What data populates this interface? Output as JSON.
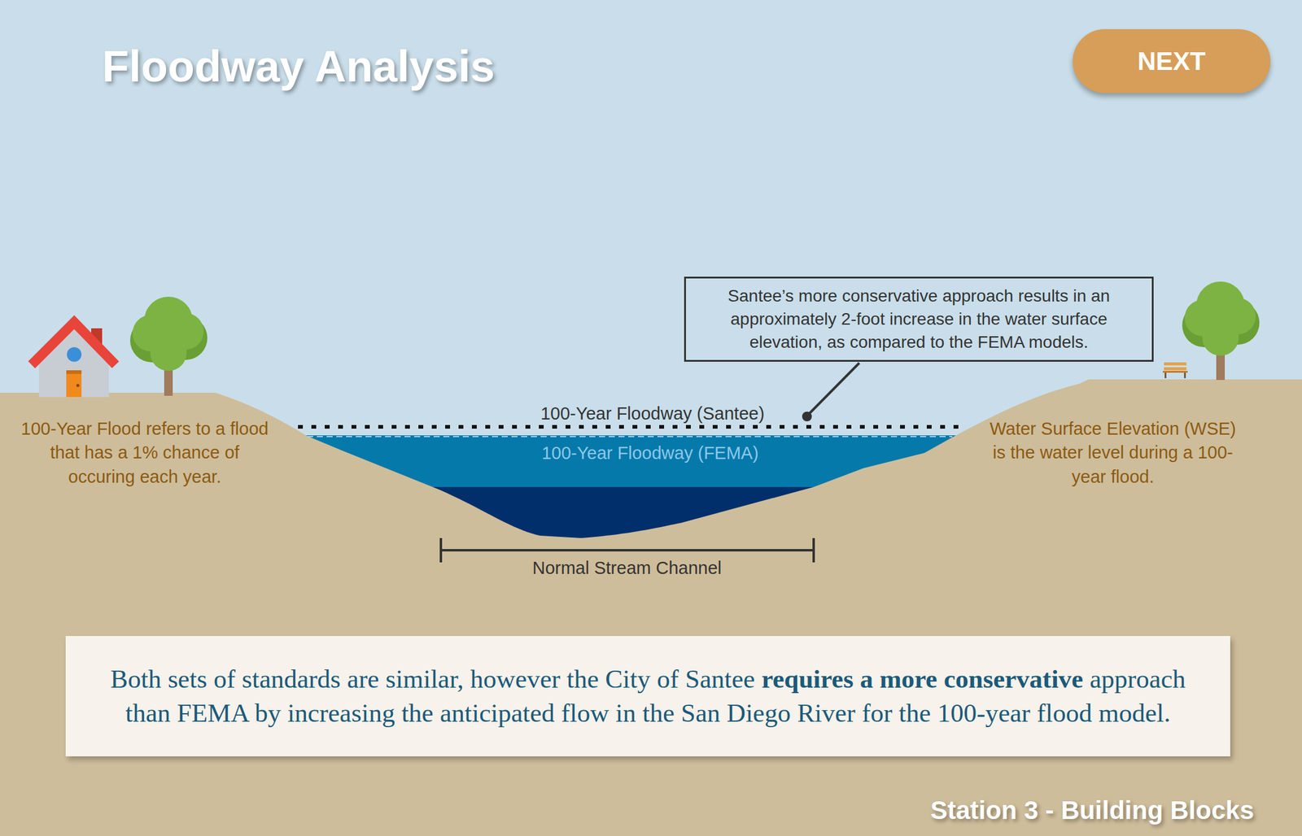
{
  "diagram": {
    "title": "Floodway Analysis",
    "nodes": [
      {
        "text": [
          "NEXT"
        ]
      },
      {
        "text": [
          "Santee’s more conservative approach results in an approximately 2-foot increase in the water surface elevation, as compared to the FEMA models."
        ]
      },
      {
        "text": [
          "Both sets of standards are similar, however the City of Santee",
          "requires a more conservative",
          "approach than FEMA by increasing the anticipated flow in the San Diego River for the 100-year flood model."
        ]
      }
    ],
    "labels": [
      "100-Year Floodway (Santee)",
      "100-Year Floodway (FEMA)",
      "100-Year Flood refers to a flood that has a 1% chance of occuring each year.",
      "Water Surface Elevation (WSE) is the water level during a 100-year flood.",
      "Normal Stream Channel",
      "Station 3 - Building Blocks"
    ]
  }
}
